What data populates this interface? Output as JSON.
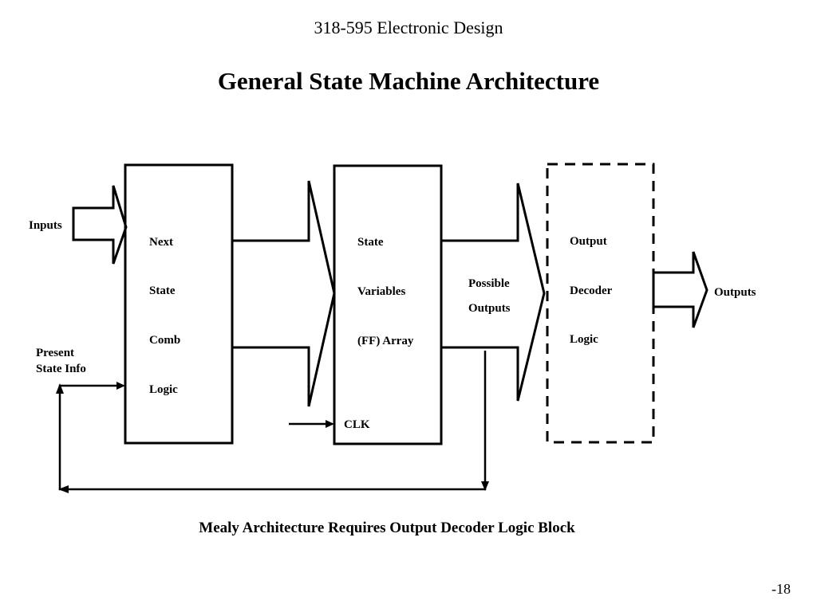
{
  "header": {
    "course": "318-595 Electronic Design"
  },
  "title": "General State Machine Architecture",
  "diagram": {
    "inputs_label": "Inputs",
    "outputs_label": "Outputs",
    "present_state_label": [
      "Present",
      "State Info"
    ],
    "clk_label": "CLK",
    "possible_outputs_label": [
      "Possible",
      "Outputs"
    ],
    "next_state_block": [
      "Next",
      "State",
      "Comb",
      "Logic"
    ],
    "state_variables_block": [
      "State",
      "Variables",
      "(FF) Array"
    ],
    "output_decoder_block": [
      "Output",
      "Decoder",
      "Logic"
    ]
  },
  "caption": "Mealy Architecture Requires Output Decoder Logic Block",
  "page_number": "-18"
}
